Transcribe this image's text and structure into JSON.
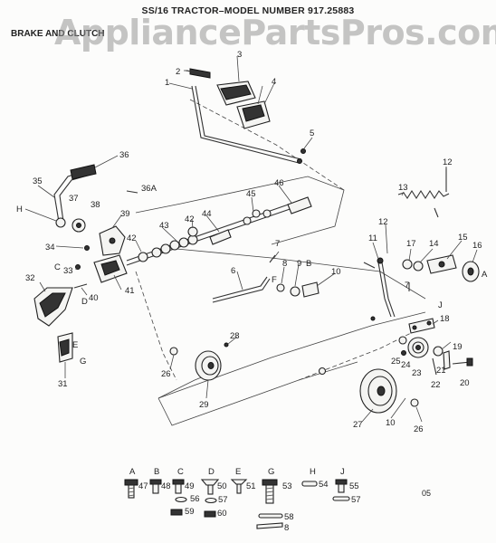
{
  "title": "SS/16 TRACTOR–MODEL NUMBER 917.25883",
  "section_label": "BRAKE AND CLUTCH",
  "watermark": "AppliancePartsPros.com",
  "drawing_code": "05",
  "callouts": [
    "1",
    "2",
    "3",
    "4",
    "5",
    "6",
    "7",
    "7",
    "8",
    "9",
    "10",
    "10",
    "11",
    "12",
    "12",
    "13",
    "14",
    "15",
    "16",
    "17",
    "18",
    "19",
    "20",
    "21",
    "22",
    "23",
    "24",
    "25",
    "26",
    "26",
    "27",
    "28",
    "29",
    "31",
    "32",
    "33",
    "34",
    "35",
    "36",
    "36A",
    "37",
    "38",
    "39",
    "40",
    "41",
    "42",
    "42",
    "43",
    "44",
    "45",
    "46",
    "47",
    "48",
    "49",
    "50",
    "51",
    "53",
    "54",
    "55",
    "56",
    "57",
    "57",
    "58",
    "59",
    "60"
  ],
  "reference_letters": [
    "A",
    "B",
    "C",
    "D",
    "E",
    "F",
    "G",
    "H",
    "J",
    "A",
    "B",
    "C",
    "D",
    "E",
    "G",
    "H",
    "J"
  ],
  "hardware_key": [
    {
      "letter": "A",
      "part": "47"
    },
    {
      "letter": "B",
      "part": "48"
    },
    {
      "letter": "C",
      "part": "49"
    },
    {
      "letter": "D",
      "part": "50"
    },
    {
      "letter": "E",
      "part": "51"
    },
    {
      "letter": "G",
      "part": "53"
    },
    {
      "letter": "H",
      "part": "54"
    },
    {
      "letter": "J",
      "part": "55"
    }
  ],
  "hardware_extra": [
    "56",
    "57",
    "59",
    "60",
    "57",
    "58",
    "8"
  ]
}
